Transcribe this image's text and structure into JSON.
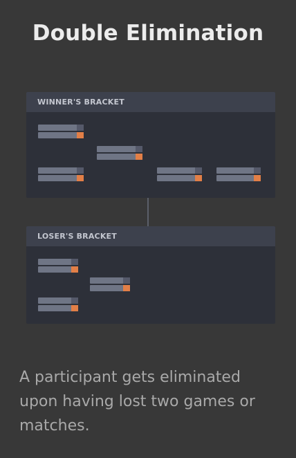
{
  "card": {
    "title": "Double Elimination",
    "description": "A participant gets eliminated upon having lost two games or matches."
  },
  "winners_bracket": {
    "label": "WINNER'S BRACKET"
  },
  "losers_bracket": {
    "label": "LOSER'S BRACKET"
  },
  "colors": {
    "background": "#383838",
    "panel": "#2d3039",
    "panel_header": "#3d414d",
    "slot": "#6f7585",
    "accent": "#e27f47",
    "connector": "#6f7585"
  }
}
